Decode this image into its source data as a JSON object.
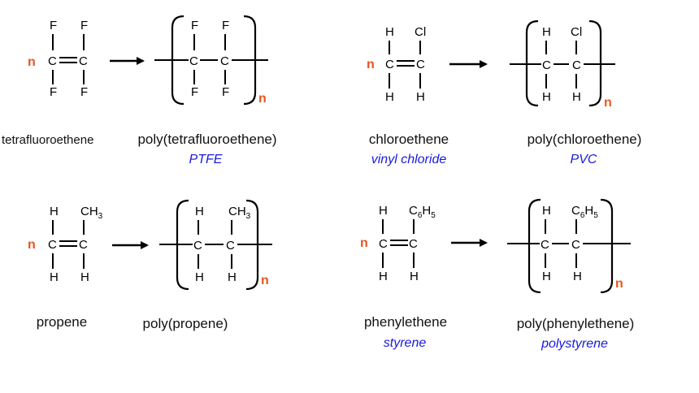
{
  "multiplier": "n",
  "colors": {
    "multiplier": "#e8561e",
    "abbreviation": "#1a1adc"
  },
  "reactions": [
    {
      "monomer": {
        "name": "tetrafluoroethene",
        "left_top": "F",
        "right_top": "F",
        "left_bottom": "F",
        "right_bottom": "F"
      },
      "polymer": {
        "name": "poly(tetrafluoroethene)",
        "abbreviation": "PTFE"
      }
    },
    {
      "monomer": {
        "name": "chloroethene",
        "common_name": "vinyl chloride",
        "left_top": "H",
        "right_top": "Cl",
        "left_bottom": "H",
        "right_bottom": "H"
      },
      "polymer": {
        "name": "poly(chloroethene)",
        "abbreviation": "PVC"
      }
    },
    {
      "monomer": {
        "name": "propene",
        "left_top": "H",
        "right_top_main": "CH",
        "right_top_sub": "3",
        "left_bottom": "H",
        "right_bottom": "H"
      },
      "polymer": {
        "name": "poly(propene)"
      }
    },
    {
      "monomer": {
        "name": "phenylethene",
        "common_name": "styrene",
        "left_top": "H",
        "right_top_c": "C",
        "right_top_sub1": "6",
        "right_top_h": "H",
        "right_top_sub2": "5",
        "left_bottom": "H",
        "right_bottom": "H"
      },
      "polymer": {
        "name": "poly(phenylethene)",
        "abbreviation": "polystyrene"
      }
    }
  ]
}
